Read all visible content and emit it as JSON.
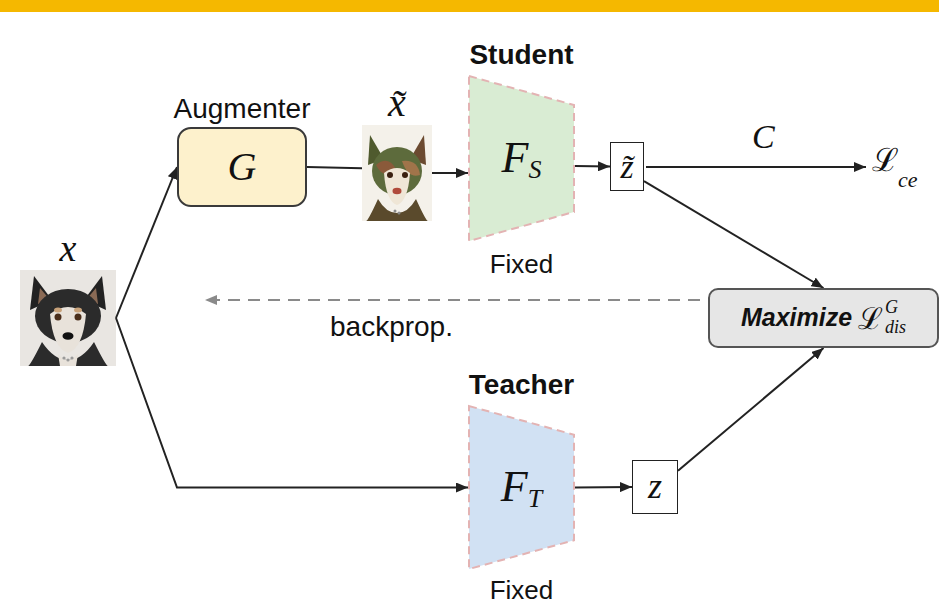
{
  "diagram": {
    "nodes": [
      {
        "text": [
          "x"
        ]
      },
      {
        "text": [
          "Augmenter",
          "G"
        ]
      },
      {
        "text": [
          "x̃"
        ]
      },
      {
        "text": [
          "Student",
          "F",
          "S",
          "Fixed"
        ]
      },
      {
        "text": [
          "z̃"
        ]
      },
      {
        "text": [
          "Maximize",
          "ℒ",
          "G",
          "dis"
        ]
      },
      {
        "text": [
          "Teacher",
          "F",
          "T",
          "Fixed"
        ]
      },
      {
        "text": [
          "z"
        ]
      }
    ],
    "edges": [
      {
        "from": 0,
        "to": 1,
        "arrow": "to"
      },
      {
        "from": 1,
        "to": 2,
        "arrow": "none"
      },
      {
        "from": 2,
        "to": 3,
        "arrow": "to"
      },
      {
        "from": 3,
        "to": 4,
        "arrow": "to"
      },
      {
        "from": 4,
        "to": 5,
        "arrow": "to"
      },
      {
        "from": 0,
        "to": 6,
        "arrow": "to"
      },
      {
        "from": 6,
        "to": 7,
        "arrow": "to"
      },
      {
        "from": 7,
        "to": 5,
        "arrow": "to"
      }
    ],
    "labels": [
      "C",
      "ℒ",
      "ce",
      "backprop."
    ]
  }
}
